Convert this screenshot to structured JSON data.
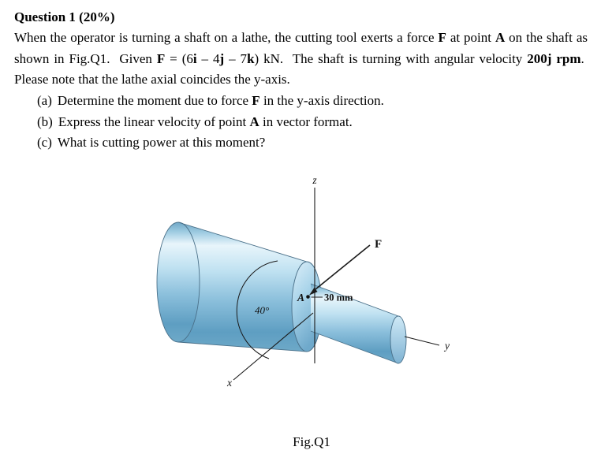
{
  "question": {
    "title": "Question 1 (20%)",
    "intro": [
      {
        "text": "When the operator is turning a shaft on a lathe, the cutting tool exerts a force ",
        "bold": false
      },
      {
        "text": "F",
        "bold": true
      },
      {
        "text": " at point ",
        "bold": false
      },
      {
        "text": "A",
        "bold": true
      },
      {
        "text": " on the shaft as shown in Fig.Q1.  Given ",
        "bold": false
      },
      {
        "text": "F",
        "bold": true
      },
      {
        "text": " = (6",
        "bold": false
      },
      {
        "text": "i",
        "bold": true
      },
      {
        "text": " – 4",
        "bold": false
      },
      {
        "text": "j",
        "bold": true
      },
      {
        "text": " – 7",
        "bold": false
      },
      {
        "text": "k",
        "bold": true
      },
      {
        "text": ") kN.  The shaft is turning with angular velocity ",
        "bold": false
      },
      {
        "text": "200j rpm",
        "bold": true
      },
      {
        "text": ".  Please note that the lathe axial coincides the y-axis.",
        "bold": false
      }
    ],
    "parts": [
      {
        "label": "(a)",
        "segments": [
          {
            "text": "Determine the moment due to force ",
            "bold": false
          },
          {
            "text": "F",
            "bold": true
          },
          {
            "text": " in the y-axis direction.",
            "bold": false
          }
        ]
      },
      {
        "label": "(b)",
        "segments": [
          {
            "text": "Express the linear velocity of point ",
            "bold": false
          },
          {
            "text": "A",
            "bold": true
          },
          {
            "text": " in vector format.",
            "bold": false
          }
        ]
      },
      {
        "label": "(c)",
        "segments": [
          {
            "text": "What is cutting power at this moment?",
            "bold": false
          }
        ]
      }
    ]
  },
  "figure": {
    "caption": "Fig.Q1",
    "labels": {
      "z_axis": "z",
      "y_axis": "y",
      "x_axis": "x",
      "force": "F",
      "point": "A",
      "radius": "30 mm",
      "angle": "40°"
    },
    "colors": {
      "cylinder_highlight": "#e8f5fb",
      "cylinder_light": "#bfe1f1",
      "cylinder_mid": "#8cc0dc",
      "cylinder_dark": "#5e9ec2",
      "face_light": "#ddeff9",
      "face_dark": "#6fa9cb",
      "outline": "#4a7089",
      "ink": "#111111"
    }
  }
}
